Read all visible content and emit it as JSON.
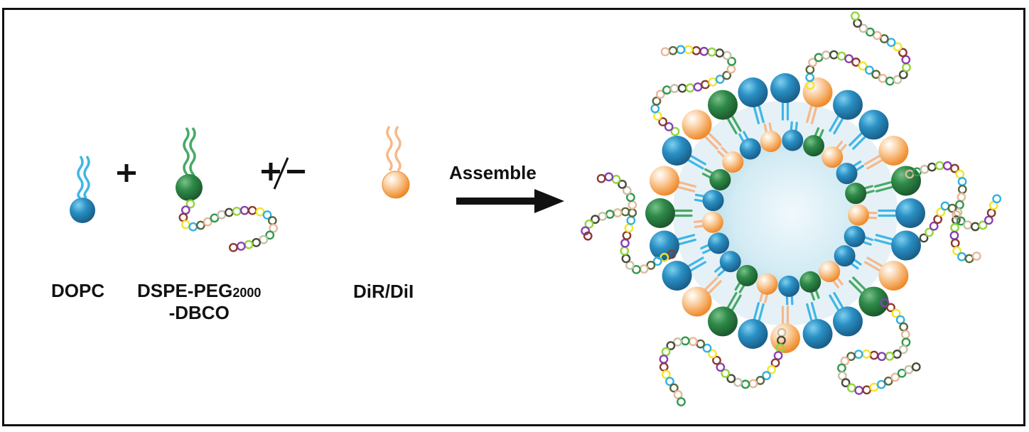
{
  "figure": {
    "components": [
      {
        "id": "dopc",
        "label": "DOPC",
        "head_color": "#2a90c4",
        "tail_color": "#3fb6e6"
      },
      {
        "id": "dspe",
        "label_main": "DSPE-PEG",
        "label_sub": "2000",
        "label_line2": "-DBCO",
        "head_color": "#2e8a48",
        "tail_color": "#47a965"
      },
      {
        "id": "dir",
        "label": "DiR/DiI",
        "head_color": "#f5a04a",
        "tail_color": "#f6b88a"
      }
    ],
    "operators": {
      "plus": "+",
      "plus_minus": "+/−"
    },
    "arrow": {
      "label": "Assemble"
    },
    "peg_bead_colors": [
      "#8a3fb5",
      "#2fb2e6",
      "#2e9a4a",
      "#8fd63a",
      "#f2e52a",
      "#e8b79a",
      "#4a4a3a",
      "#8a3a30",
      "#5a6a3a",
      "#c8c0a8"
    ],
    "liposome": {
      "core_color": "#d6ecf4",
      "outer_head_sequence": [
        "blue",
        "orange",
        "blue",
        "blue",
        "orange",
        "green",
        "blue",
        "blue",
        "orange",
        "green",
        "blue",
        "blue",
        "orange",
        "blue",
        "green",
        "orange",
        "blue",
        "blue",
        "green",
        "orange",
        "blue",
        "orange",
        "green",
        "blue"
      ],
      "inner_head_sequence": [
        "blue",
        "green",
        "orange",
        "blue",
        "green",
        "orange",
        "blue",
        "blue",
        "orange",
        "green",
        "blue",
        "orange",
        "green",
        "blue",
        "blue",
        "orange",
        "blue",
        "green",
        "orange",
        "blue",
        "orange"
      ],
      "peg_chain_count": 8
    }
  }
}
